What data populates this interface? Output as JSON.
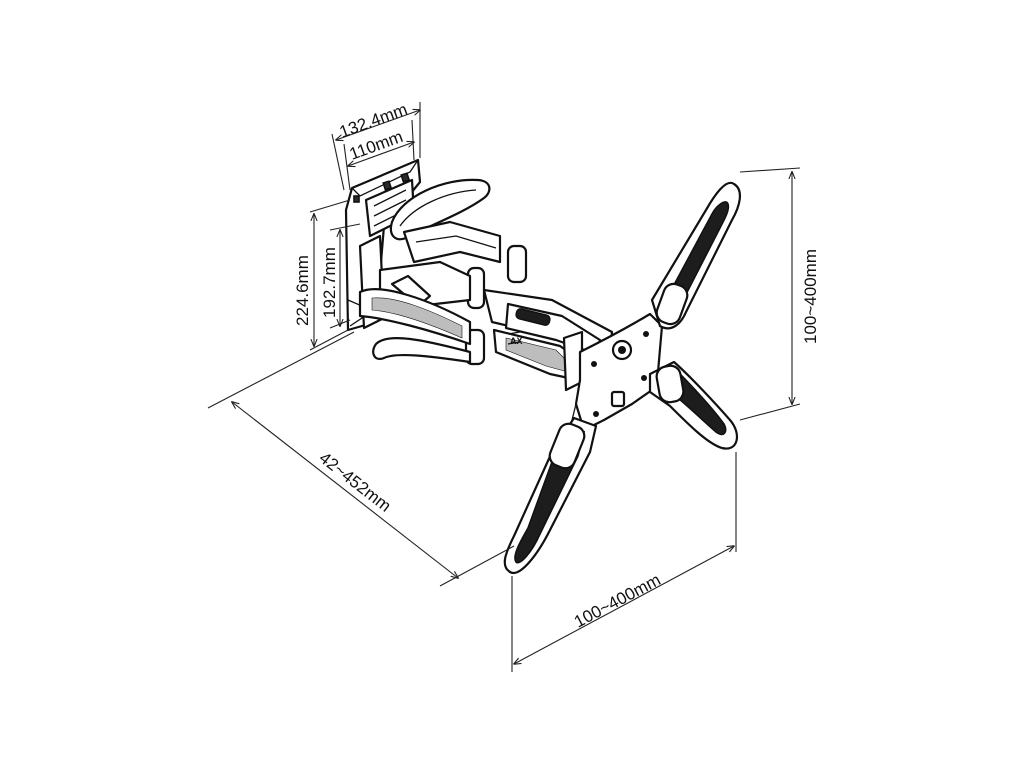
{
  "diagram": {
    "dimensions": {
      "bracket_outer_width": "132.4mm",
      "bracket_inner_width": "110mm",
      "bracket_outer_height": "224.6mm",
      "bracket_inner_height": "192.7mm",
      "extension_range": "42~452mm",
      "vesa_vertical": "100~400mm",
      "vesa_horizontal": "100~400mm"
    }
  }
}
